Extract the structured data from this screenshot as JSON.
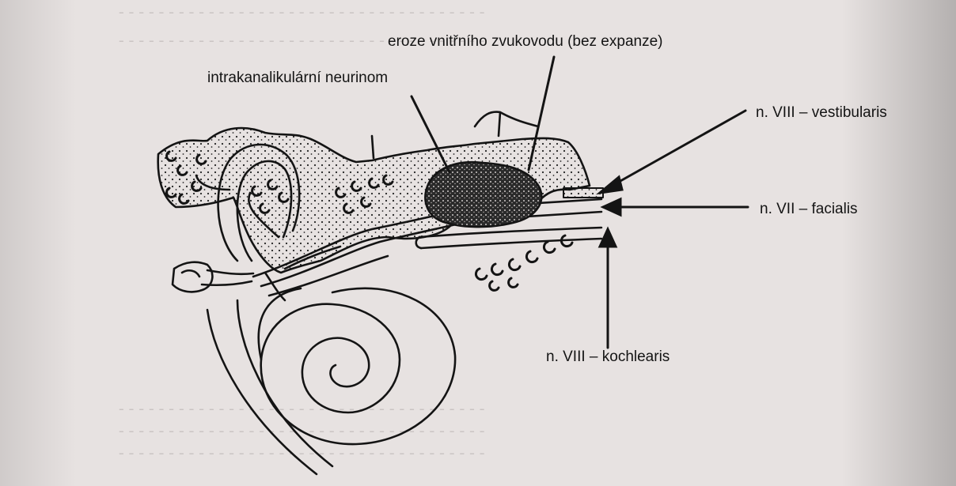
{
  "labels": {
    "eroze": "eroze vnitřního zvukovodu (bez expanze)",
    "neurinom": "intrakanalikulární neurinom",
    "vestibularis": "n. VIII – vestibularis",
    "facialis": "n. VII – facialis",
    "kochlearis": "n. VIII – kochlearis"
  },
  "colors": {
    "paper": "#e7e2e1",
    "ink": "#141414"
  }
}
